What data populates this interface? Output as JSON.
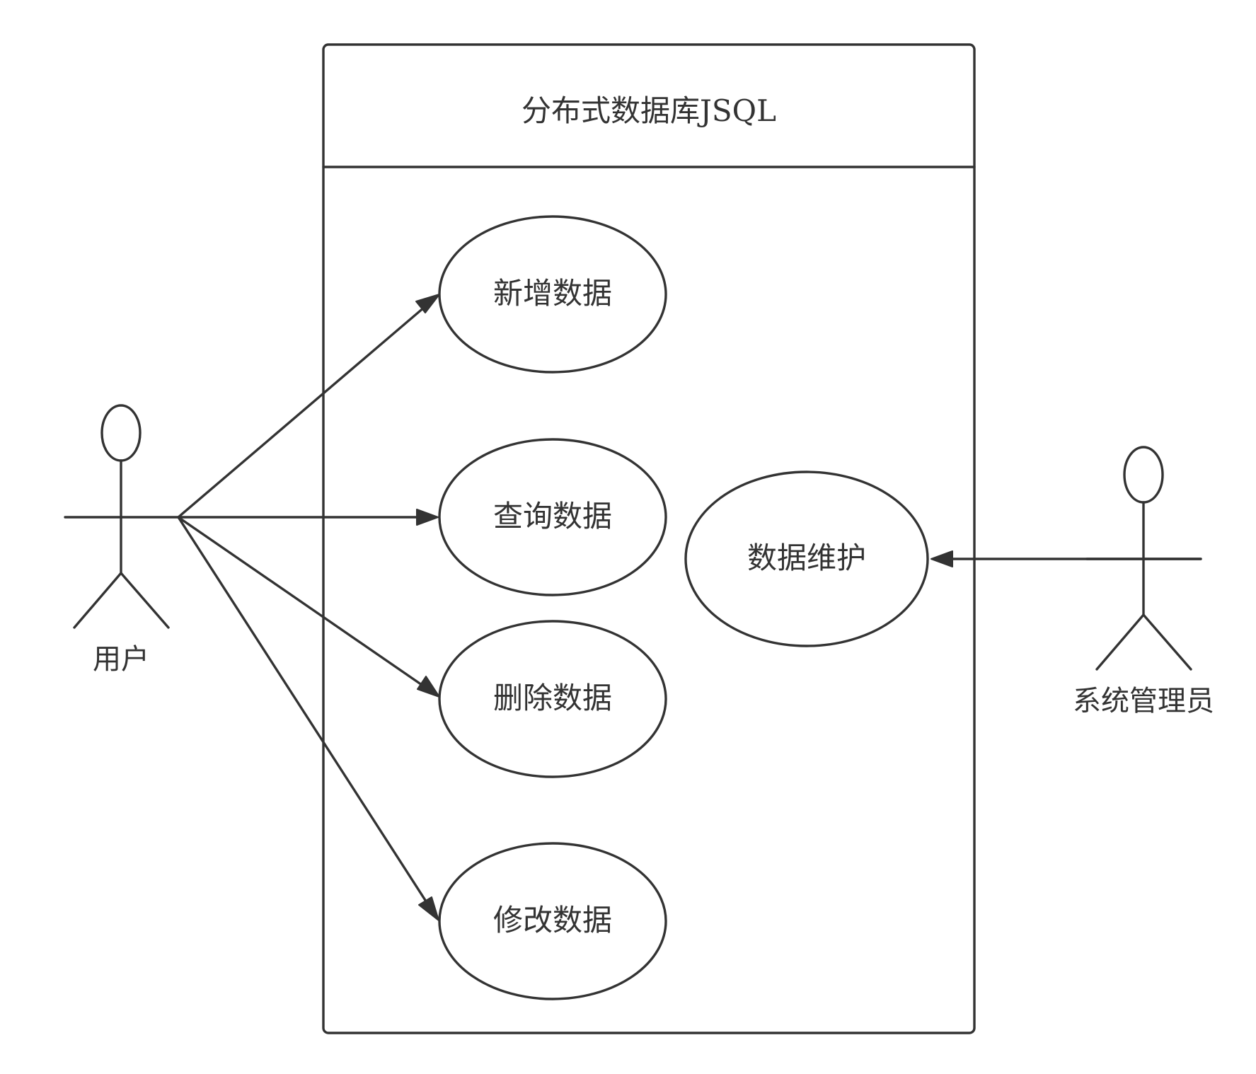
{
  "diagram": {
    "type": "use-case",
    "system": {
      "title": "分布式数据库JSQL"
    },
    "use_cases": [
      {
        "id": "add",
        "label": "新增数据"
      },
      {
        "id": "query",
        "label": "查询数据"
      },
      {
        "id": "delete",
        "label": "删除数据"
      },
      {
        "id": "modify",
        "label": "修改数据"
      },
      {
        "id": "maintain",
        "label": "数据维护"
      }
    ],
    "actors": [
      {
        "id": "user",
        "label": "用户"
      },
      {
        "id": "admin",
        "label": "系统管理员"
      }
    ],
    "associations": [
      {
        "from": "user",
        "to": "add"
      },
      {
        "from": "user",
        "to": "query"
      },
      {
        "from": "user",
        "to": "delete"
      },
      {
        "from": "user",
        "to": "modify"
      },
      {
        "from": "admin",
        "to": "maintain"
      }
    ],
    "colors": {
      "stroke": "#333333",
      "background": "#ffffff"
    }
  }
}
